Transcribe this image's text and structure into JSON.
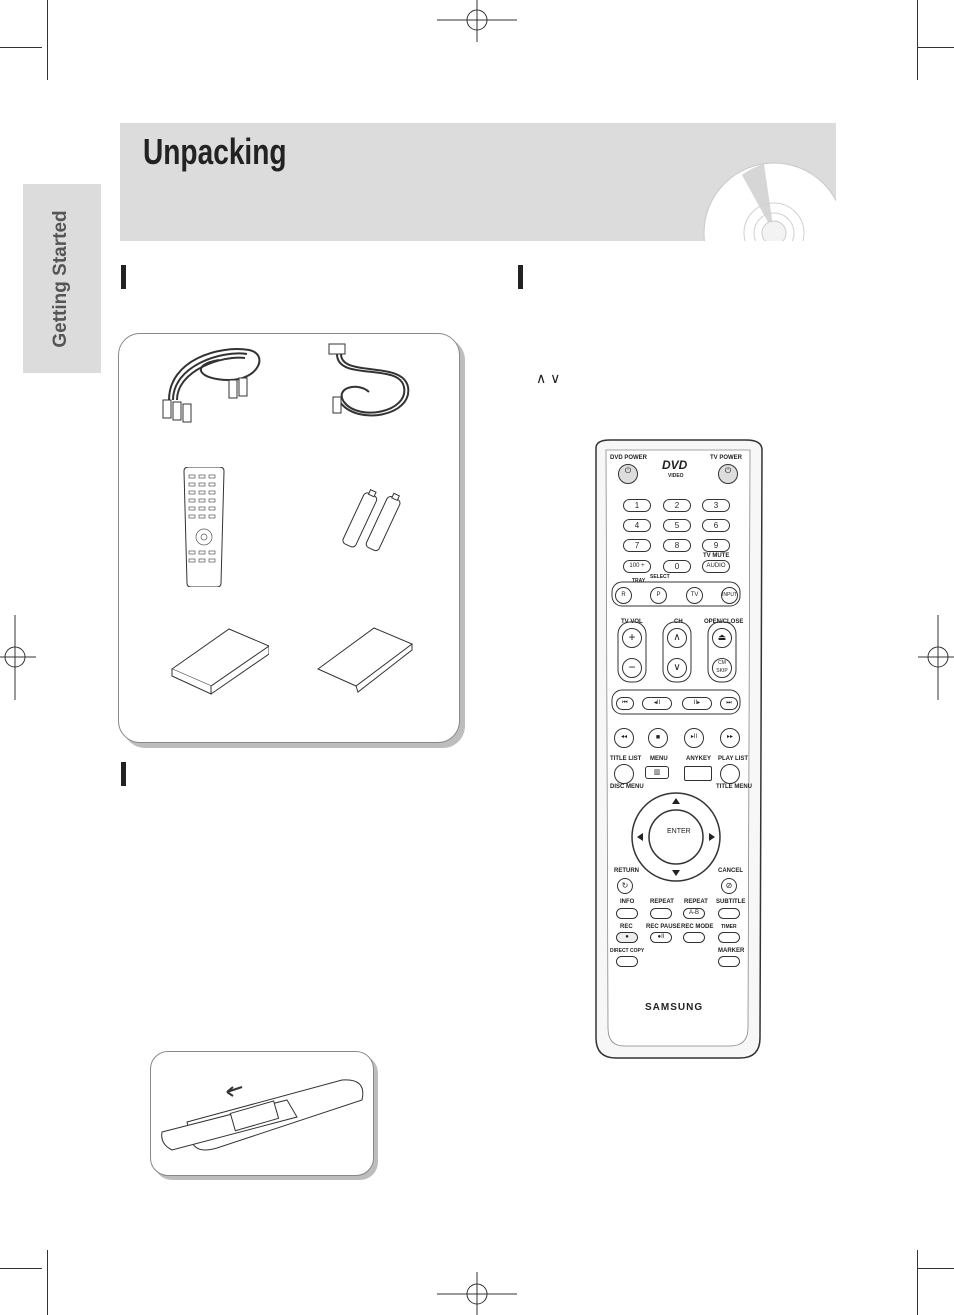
{
  "header": {
    "title": "Unpacking"
  },
  "side_tab": {
    "label": "Getting Started"
  },
  "arrows": {
    "text": "∧ ∨"
  },
  "remote": {
    "dvd_power": "DVD POWER",
    "tv_power": "TV POWER",
    "logo": "DVD",
    "logo_sub": "VIDEO",
    "numbers": [
      "1",
      "2",
      "3",
      "4",
      "5",
      "6",
      "7",
      "8",
      "9"
    ],
    "btn_100": "100 +",
    "btn_0": "0",
    "tv_mute": "TV MUTE",
    "audio": "AUDIO",
    "select": "SELECT",
    "tray": "TRAY",
    "mode_buttons": [
      "R",
      "P",
      "TV",
      "INPUT"
    ],
    "tv_vol": "TV VOL",
    "ch": "CH",
    "open_close": "OPEN/CLOSE",
    "cm_skip": "CM SKIP",
    "title_list": "TITLE LIST",
    "menu": "MENU",
    "anykey": "ANYKEY",
    "play_list": "PLAY LIST",
    "disc_menu": "DISC MENU",
    "title_menu": "TITLE MENU",
    "enter": "ENTER",
    "return": "RETURN",
    "cancel": "CANCEL",
    "info": "INFO",
    "repeat": "REPEAT",
    "repeat_ab": "REPEAT",
    "ab": "A-B",
    "subtitle": "SUBTITLE",
    "rec": "REC",
    "rec_pause": "REC PAUSE",
    "rec_mode": "REC MODE",
    "timer": "TIMER",
    "direct_copy": "DIRECT COPY",
    "marker": "MARKER",
    "brand": "SAMSUNG"
  },
  "colors": {
    "header_bg": "#dcdcdc",
    "text": "#222222"
  }
}
